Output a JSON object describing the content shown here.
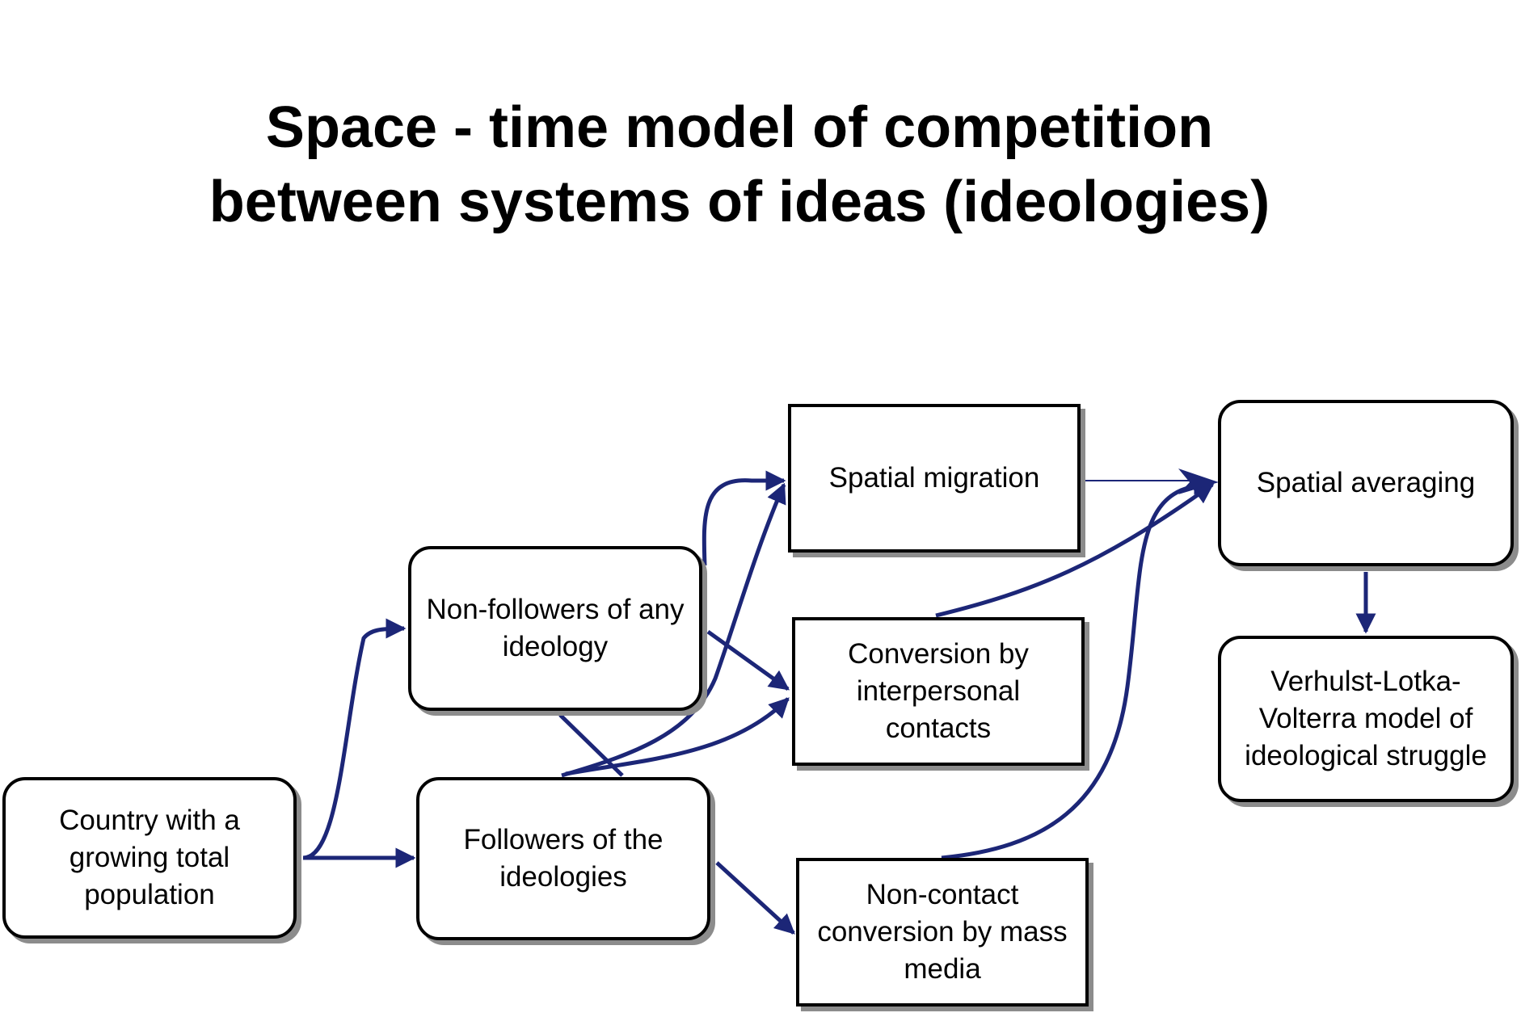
{
  "title": {
    "line1": "Space - time model of competition",
    "line2": "between systems of ideas (ideologies)"
  },
  "nodes": {
    "country": "Country with a growing total population",
    "nonfollowers": "Non-followers of any ideology",
    "followers": "Followers of the ideologies",
    "spatial_migration": "Spatial migration",
    "interpersonal": "Conversion by interpersonal contacts",
    "mass_media": "Non-contact conversion by mass media",
    "spatial_averaging": "Spatial averaging",
    "vlv_model": "Verhulst-Lotka-Volterra model of ideological struggle"
  },
  "colors": {
    "arrow": "#1c2677",
    "border": "#000000",
    "shadow": "#8c8c8c"
  }
}
